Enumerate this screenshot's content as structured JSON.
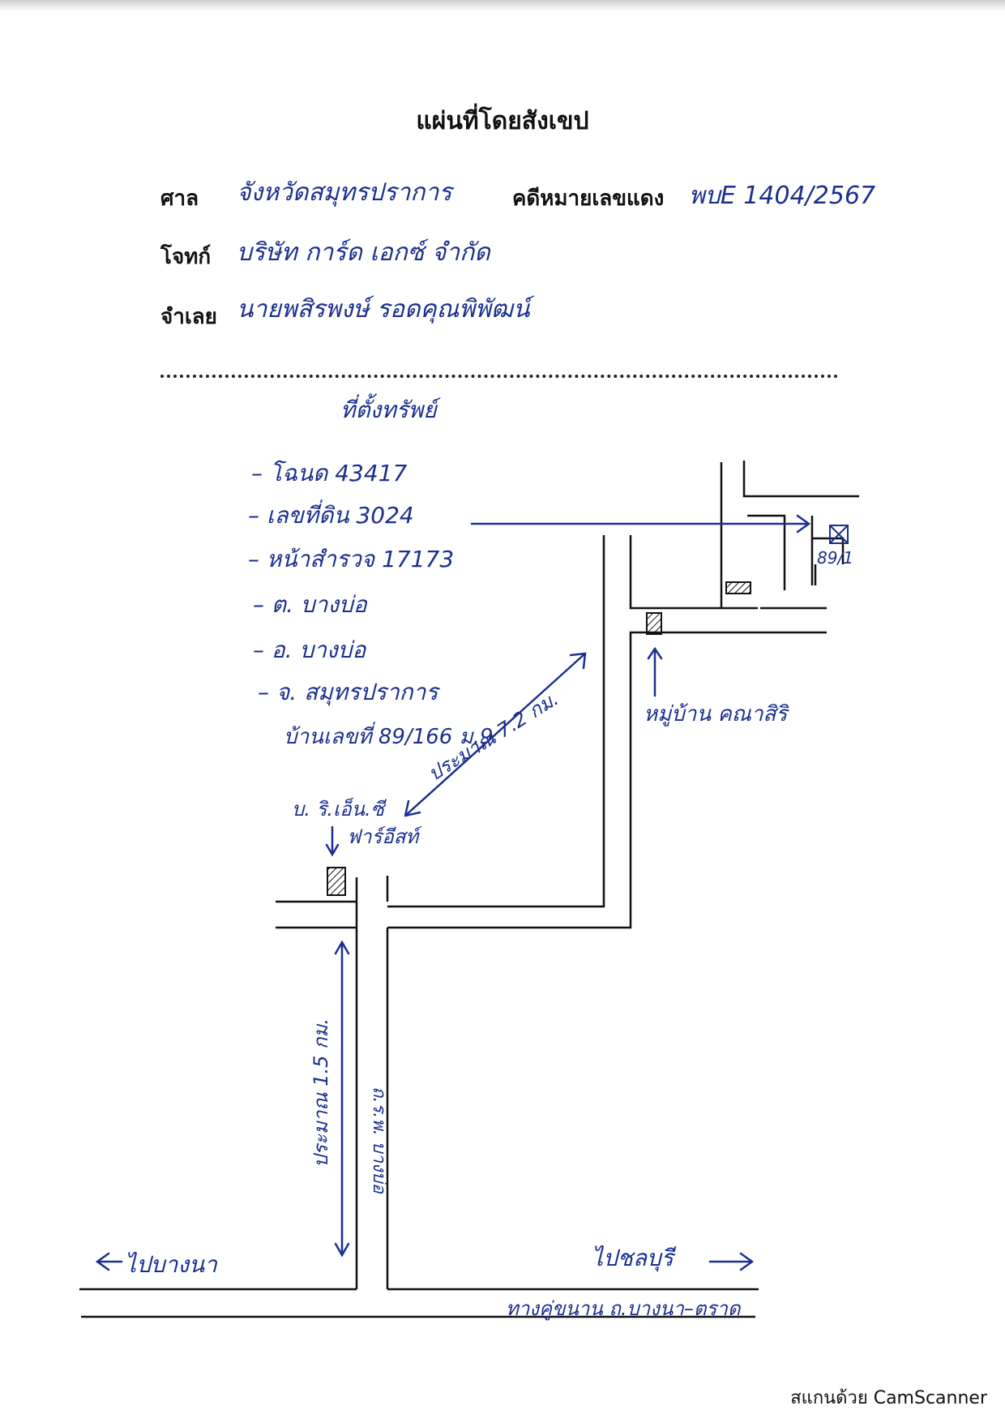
{
  "title": "แผ่นที่โดยสังเขป",
  "header": {
    "court_label": "ศาล",
    "court_value": "จังหวัดสมุทรปราการ",
    "case_label": "คดีหมายเลขแดง",
    "case_value": "พบE 1404/2567",
    "plaintiff_label": "โจทก์",
    "plaintiff_value": "บริษัท การ์ด เอกซ์ จำกัด",
    "defendant_label": "จำเลย",
    "defendant_value": "นายพสิรพงษ์ รอดคุณพิพัฒน์"
  },
  "property": {
    "heading": "ที่ตั้งทรัพย์",
    "items": [
      "– โฉนด   43417",
      "– เลขที่ดิน   3024",
      "– หน้าสำรวจ  17173",
      "– ต.   บางบ่อ",
      "– อ.   บางบ่อ",
      "– จ.   สมุทรปราการ"
    ],
    "address": "บ้านเลขที่ 89/166 ม.9"
  },
  "map": {
    "village_label": "หมู่บ้าน คณาสิริ",
    "distance_7_2": "ประมาณ 7.2 กม.",
    "landmark_line1": "บ. ริ.เอ็น.ซี",
    "landmark_line2": "ฟาร์อีสท์",
    "distance_1_5": "ประมาณ 1.5 กม.",
    "road_side": "ถ.ร.พ. บางบ่อ",
    "to_bangna": "ไปบางนา",
    "to_chonburi": "ไปชลบุรี",
    "highway": "ทางคู่ขนาน ถ.บางนา–ตราด",
    "house_no": "89/1"
  },
  "footer": "สแกนด้วย CamScanner",
  "colors": {
    "ink": "#1c2f8f",
    "print": "#111111"
  }
}
